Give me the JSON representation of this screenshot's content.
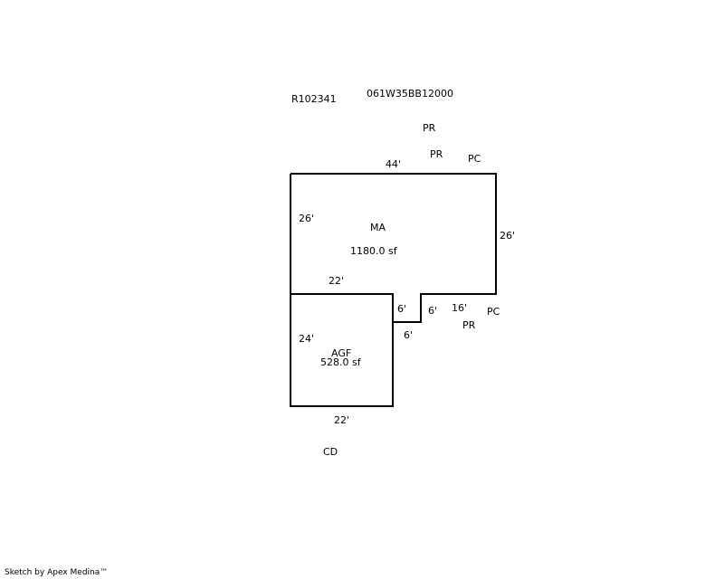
{
  "header": {
    "account_id": "R102341",
    "parcel_id": "061W35BB12000"
  },
  "areas": {
    "ma": {
      "code": "MA",
      "area": "1180.0 sf"
    },
    "agf": {
      "code": "AGF",
      "area": "528.0 sf"
    }
  },
  "dimensions": {
    "ma_top": "44'",
    "ma_left": "26'",
    "ma_right": "26'",
    "ma_bottom_right": "16'",
    "shared_wall": "22'",
    "notch_left": "6'",
    "notch_right": "6'",
    "notch_bottom": "6'",
    "agf_left": "24'",
    "agf_bottom": "22'"
  },
  "codes": {
    "pr_top": "PR",
    "pr_near_top": "PR",
    "pc_top_right": "PC",
    "pc_right": "PC",
    "pr_right": "PR",
    "cd_bottom": "CD"
  },
  "footer": {
    "credit": "Sketch by Apex Medina™"
  }
}
